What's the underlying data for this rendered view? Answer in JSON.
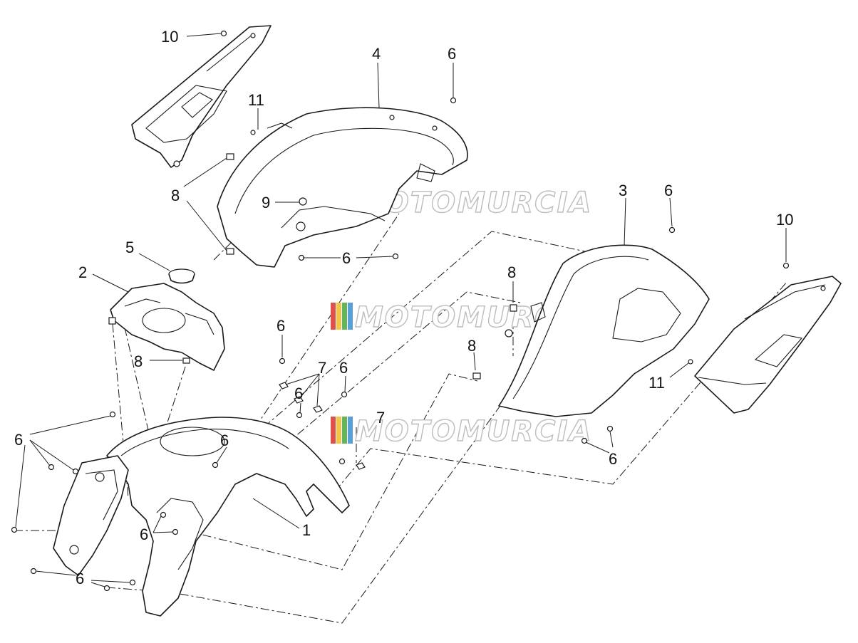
{
  "callouts": {
    "c1": "1",
    "c2": "2",
    "c3": "3",
    "c4": "4",
    "c5": "5",
    "c6": "6",
    "c7": "7",
    "c8": "8",
    "c9": "9",
    "c10": "10",
    "c11": "11"
  },
  "watermark": {
    "text": "MOTOMURCIA",
    "stripe_colors": [
      "#e2504a",
      "#f0c64a",
      "#64b65a",
      "#5aa0d8"
    ]
  },
  "colors": {
    "line": "#1a1a1a",
    "background": "#ffffff",
    "watermark_outline": "#bdbdbd"
  }
}
